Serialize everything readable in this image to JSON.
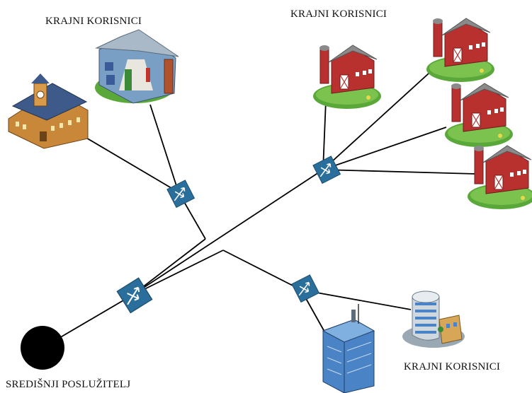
{
  "labels": {
    "end_users_top_left": "KRAJNI KORISNICI",
    "end_users_top_right": "KRAJNI KORISNICI",
    "end_users_bottom_right": "KRAJNI KORISNICI",
    "central_server": "SREDIŠNJI POSLUŽITELJ"
  },
  "nodes": {
    "server": "central-server",
    "switches": [
      "hub-switch",
      "switch-left",
      "switch-right",
      "switch-bottom"
    ],
    "buildings": [
      "school-building",
      "house",
      "barn",
      "barn",
      "barn",
      "barn",
      "office-tower",
      "skyscraper"
    ]
  },
  "colors": {
    "line": "#000000",
    "switch": "#2a6f9b",
    "switch_arrow": "#ffffff",
    "barn_red": "#b8312f",
    "barn_roof": "#8a8a8a",
    "grass": "#5aa83a",
    "house_wall": "#7a9fc4",
    "school_wall": "#c9873a",
    "tower_blue": "#4a84c6"
  }
}
